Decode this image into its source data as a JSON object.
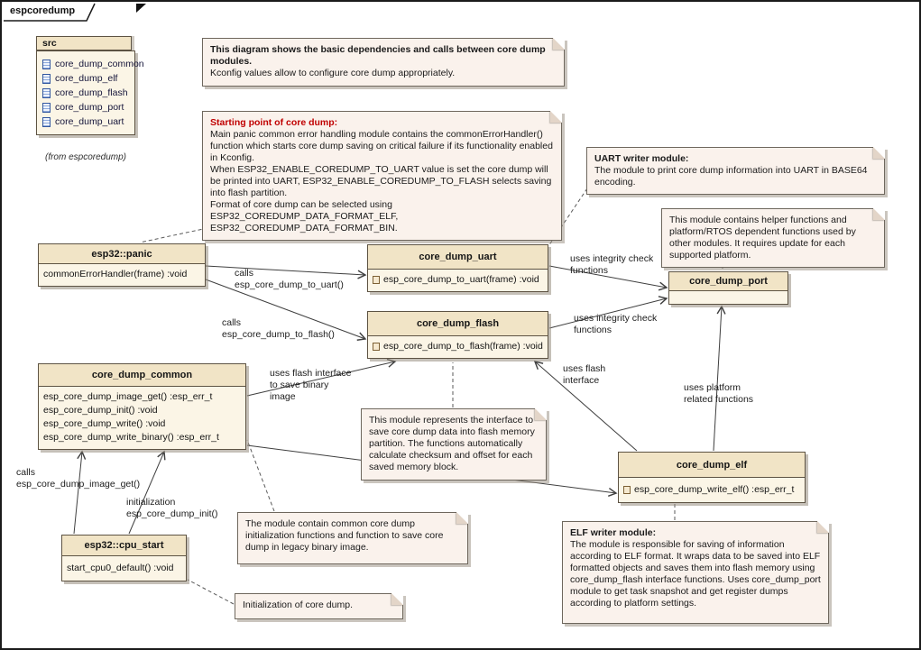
{
  "frame": {
    "title": "espcoredump"
  },
  "package": {
    "name": "src",
    "from_label": "(from espcoredump)",
    "files": [
      "core_dump_common",
      "core_dump_elf",
      "core_dump_flash",
      "core_dump_port",
      "core_dump_uart"
    ]
  },
  "classes": {
    "panic": {
      "name": "esp32::panic",
      "methods": [
        "commonErrorHandler(frame)  :void"
      ]
    },
    "uart": {
      "name": "core_dump_uart",
      "methods": [
        "esp_core_dump_to_uart(frame)  :void"
      ]
    },
    "flash": {
      "name": "core_dump_flash",
      "methods": [
        "esp_core_dump_to_flash(frame)  :void"
      ]
    },
    "common": {
      "name": "core_dump_common",
      "methods": [
        "esp_core_dump_image_get() :esp_err_t",
        "esp_core_dump_init()  :void",
        "esp_core_dump_write()  :void",
        "esp_core_dump_write_binary() :esp_err_t"
      ]
    },
    "port": {
      "name": "core_dump_port"
    },
    "elf": {
      "name": "core_dump_elf",
      "methods": [
        "esp_core_dump_write_elf()  :esp_err_t"
      ]
    },
    "cpu_start": {
      "name": "esp32::cpu_start",
      "methods": [
        "start_cpu0_default()  :void"
      ]
    }
  },
  "notes": {
    "overview": {
      "bold": "This diagram shows the basic dependencies and calls between core dump modules.",
      "text": "Kconfig values allow to configure core dump appropriately."
    },
    "starting_point": {
      "title": "Starting point of core dump:",
      "paras": [
        "Main panic  common error handling module contains the commonErrorHandler() function which starts core dump saving on critical failure if its functionality enabled in Kconfig.",
        "When ESP32_ENABLE_COREDUMP_TO_UART value is set the core dump will be printed into UART, ESP32_ENABLE_COREDUMP_TO_FLASH selects saving into flash partition.",
        "Format of core dump can be selected using ESP32_COREDUMP_DATA_FORMAT_ELF, ESP32_COREDUMP_DATA_FORMAT_BIN."
      ]
    },
    "uart_writer": {
      "title": "UART writer module:",
      "text": "The module to print core dump information into UART in BASE64 encoding."
    },
    "port_helper": {
      "text": "This module contains helper functions and platform/RTOS dependent functions used by other modules. It requires update for each supported platform."
    },
    "flash_iface": {
      "text": "This module represents the interface to save core dump data into flash memory partition. The functions automatically calculate checksum and offset for each saved memory block."
    },
    "common_module": {
      "text": "The module contain common core dump initialization functions and function to save core dump in legacy binary image."
    },
    "init": {
      "text": "Initialization of core dump."
    },
    "elf_writer": {
      "title": "ELF writer module:",
      "text": "The module is responsible for saving of information according to ELF format. It wraps data to be saved into ELF formatted objects and saves them into flash memory using core_dump_flash interface functions. Uses core_dump_port module to get task snapshot and get register dumps according to platform settings."
    }
  },
  "edge_labels": {
    "call_uart": "calls\nesp_core_dump_to_uart()",
    "call_flash": "calls\nesp_core_dump_to_flash()",
    "uart_port": "uses integrity check\nfunctions",
    "flash_port": "uses integrity check\nfunctions",
    "common_flash": "uses flash interface\nto save binary\nimage",
    "elf_flash": "uses flash\ninterface",
    "elf_port": "uses platform\nrelated functions",
    "image_get": "calls\nesp_core_dump_image_get()",
    "init_call": "initialization\nesp_core_dump_init()"
  }
}
